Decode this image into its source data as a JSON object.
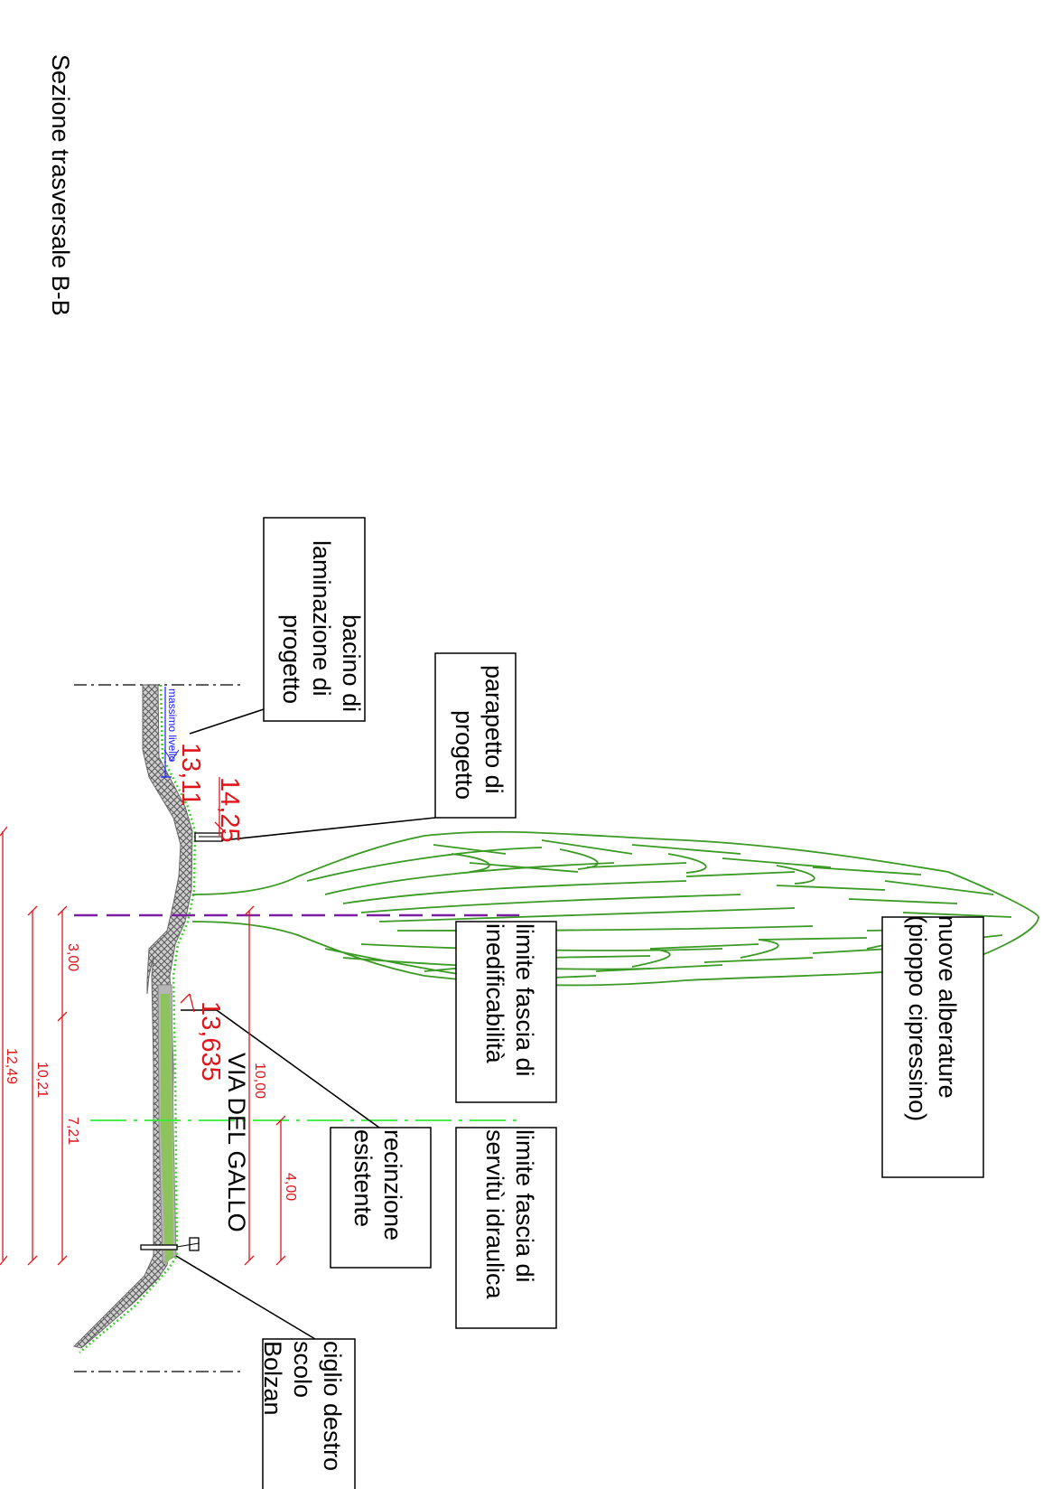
{
  "title": "Sezione trasversale B-B",
  "labels": {
    "basin": [
      "bacino di",
      "laminazione di",
      "progetto"
    ],
    "parapet": [
      "parapetto di",
      "progetto"
    ],
    "trees": [
      "nuove alberature",
      "(pioppo cipressino)"
    ],
    "limit_unbuildable": [
      "limite fascia di",
      "inedificabilità"
    ],
    "limit_easement": [
      "limite fascia di",
      "servitù idraulica"
    ],
    "fence": [
      "recinzione",
      "esistente"
    ],
    "bank": [
      "ciglio destro",
      "scolo",
      "Bolzan"
    ],
    "road": "VIA DEL GALLO",
    "max_level": "massimo livello"
  },
  "elevations": {
    "top_bank": "14,25",
    "max_level": "13,11",
    "road": "13,635"
  },
  "dimensions": {
    "d_3_00": "3,00",
    "d_12_49": "12,49",
    "d_10_21": "10,21",
    "d_7_21": "7,21",
    "d_10_00": "10,00",
    "d_4_00": "4,00"
  },
  "colors": {
    "dimension": "#e0161b",
    "vegetation": "#3a9a23",
    "purple_limit": "#7a1fa2",
    "green_limit": "#33ee33",
    "water": "#1a1aff",
    "section_fill": "#9a9a9a"
  }
}
